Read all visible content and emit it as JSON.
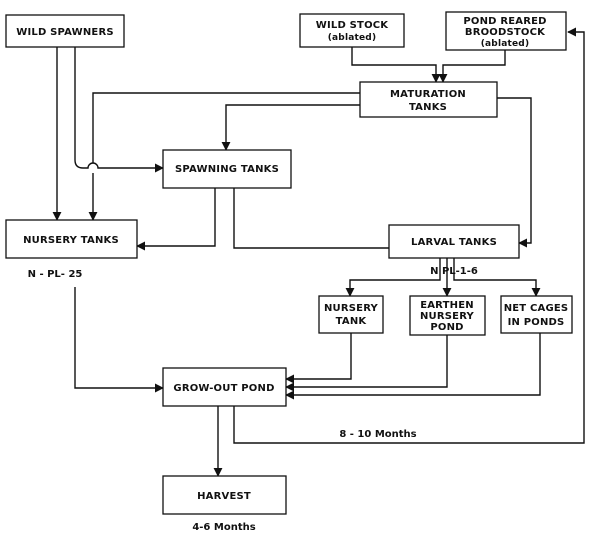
{
  "boxes": {
    "wild_spawners": "WILD SPAWNERS",
    "wild_stock": [
      "WILD STOCK",
      "(ablated)"
    ],
    "pond_reared": [
      "POND REARED",
      "BROODSTOCK",
      "(ablated)"
    ],
    "maturation": [
      "MATURATION",
      "TANKS"
    ],
    "spawning": "SPAWNING TANKS",
    "nursery_tanks": "NURSERY TANKS",
    "larval": "LARVAL TANKS",
    "nursery_tank": [
      "NURSERY",
      "TANK"
    ],
    "earthen": [
      "EARTHEN",
      "NURSERY",
      "POND"
    ],
    "net_cages": [
      "NET CAGES",
      "IN PONDS"
    ],
    "growout": "GROW-OUT POND",
    "harvest": "HARVEST"
  },
  "notes": {
    "nursery_stage": "N - PL- 25",
    "larval_stage": "N  PL-1-6",
    "growout_duration": "8 - 10 Months",
    "harvest_duration": "4-6 Months"
  }
}
